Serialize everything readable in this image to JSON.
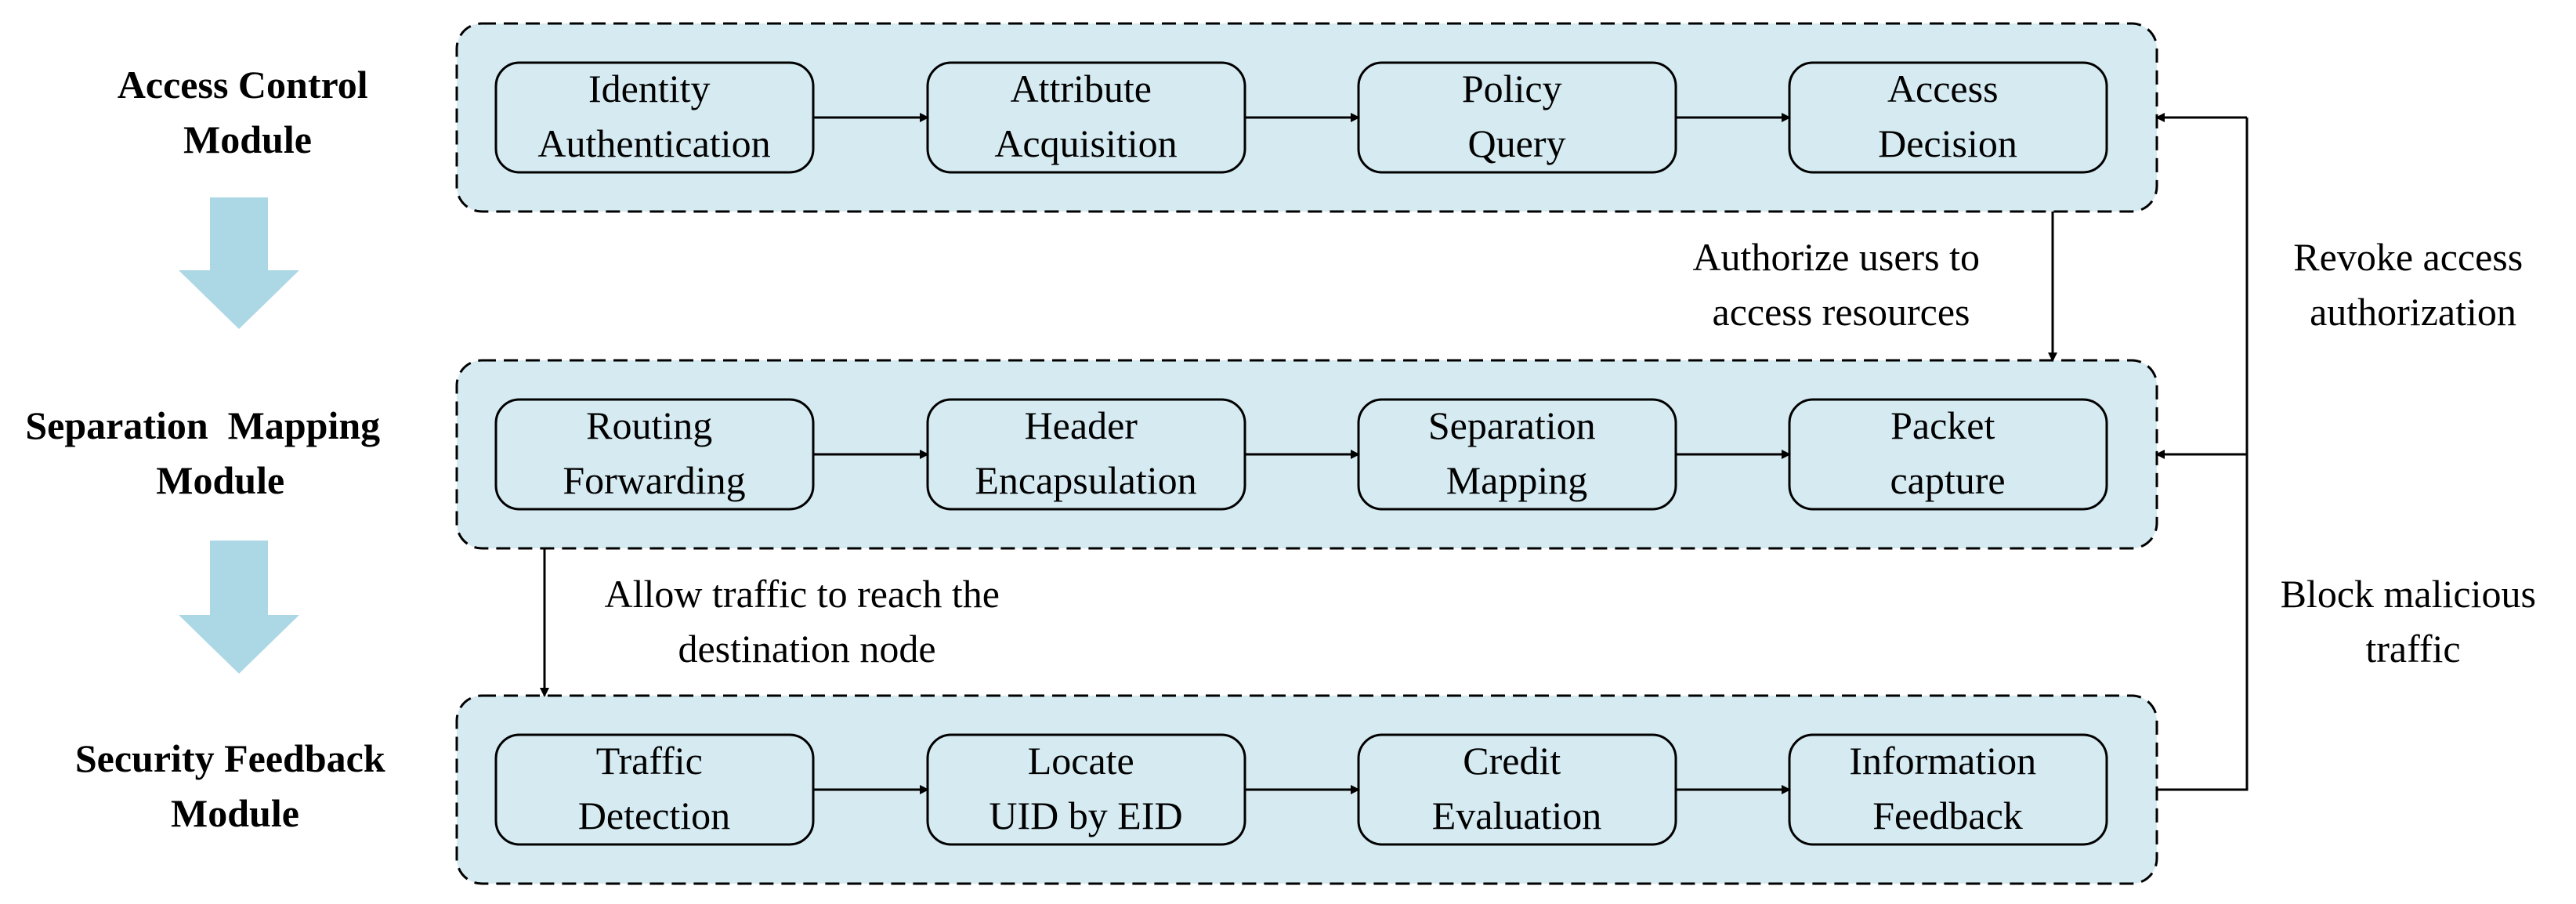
{
  "colors": {
    "panel_fill": "#d5eaf1",
    "panel_stroke": "#000000",
    "box_fill": "#d5eaf1",
    "flow_arrow": "#acd8e5"
  },
  "modules": [
    {
      "label_lines": [
        "Access Control",
        "Module"
      ],
      "steps": [
        {
          "lines": [
            "Identity",
            "Authentication"
          ]
        },
        {
          "lines": [
            "Attribute",
            "Acquisition"
          ]
        },
        {
          "lines": [
            "Policy",
            "Query"
          ]
        },
        {
          "lines": [
            "Access",
            "Decision"
          ]
        }
      ]
    },
    {
      "label_lines": [
        "Separation  Mapping",
        "Module"
      ],
      "steps": [
        {
          "lines": [
            "Routing",
            "Forwarding"
          ]
        },
        {
          "lines": [
            "Header",
            "Encapsulation"
          ]
        },
        {
          "lines": [
            "Separation",
            "Mapping"
          ]
        },
        {
          "lines": [
            "Packet",
            "capture"
          ]
        }
      ]
    },
    {
      "label_lines": [
        "Security Feedback",
        "Module"
      ],
      "steps": [
        {
          "lines": [
            "Traffic",
            "Detection"
          ]
        },
        {
          "lines": [
            "Locate",
            "UID by EID"
          ]
        },
        {
          "lines": [
            "Credit",
            "Evaluation"
          ]
        },
        {
          "lines": [
            "Information",
            "Feedback"
          ]
        }
      ]
    }
  ],
  "annotations": {
    "authorize": [
      "Authorize users to",
      "access resources"
    ],
    "allow": [
      "Allow traffic to reach the",
      "destination node"
    ],
    "revoke": [
      "Revoke access",
      "authorization"
    ],
    "block": [
      "Block malicious",
      "traffic"
    ]
  }
}
